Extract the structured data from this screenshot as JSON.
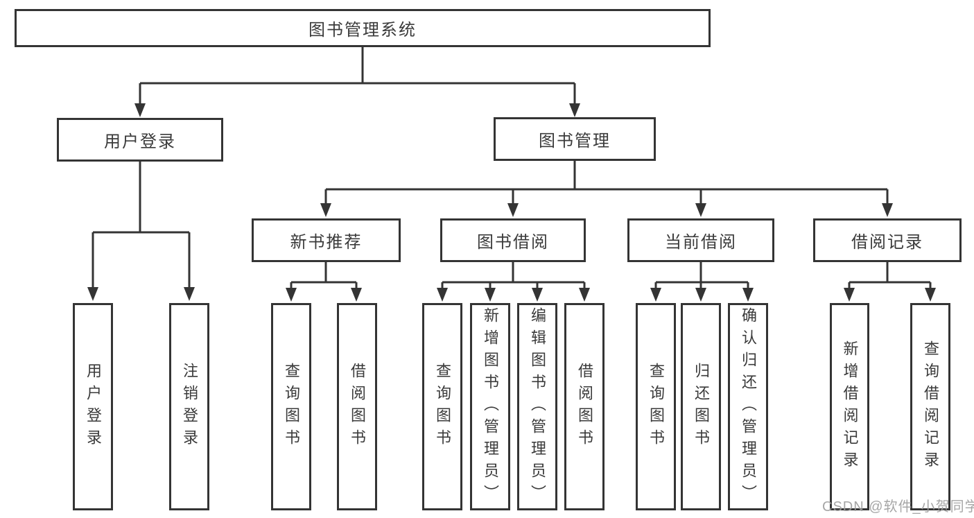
{
  "tree": {
    "label": "图书管理系统",
    "children": [
      {
        "label": "用户登录",
        "children": [
          {
            "label": "用户登录"
          },
          {
            "label": "注销登录"
          }
        ]
      },
      {
        "label": "图书管理",
        "children": [
          {
            "label": "新书推荐",
            "children": [
              {
                "label": "查询图书"
              },
              {
                "label": "借阅图书"
              }
            ]
          },
          {
            "label": "图书借阅",
            "children": [
              {
                "label": "查询图书"
              },
              {
                "label": "新增图书（管理员）"
              },
              {
                "label": "编辑图书（管理员）"
              },
              {
                "label": "借阅图书"
              }
            ]
          },
          {
            "label": "当前借阅",
            "children": [
              {
                "label": "查询图书"
              },
              {
                "label": "归还图书"
              },
              {
                "label": "确认归还（管理员）"
              }
            ]
          },
          {
            "label": "借阅记录",
            "children": [
              {
                "label": "新增借阅记录"
              },
              {
                "label": "查询借阅记录"
              }
            ]
          }
        ]
      }
    ]
  },
  "watermark": {
    "text": "CSDN @软件_小贺同学"
  },
  "colors": {
    "line": "#343434",
    "text": "#3a3a3a",
    "watermark": "#9e9e9e",
    "background": "#ffffff"
  }
}
